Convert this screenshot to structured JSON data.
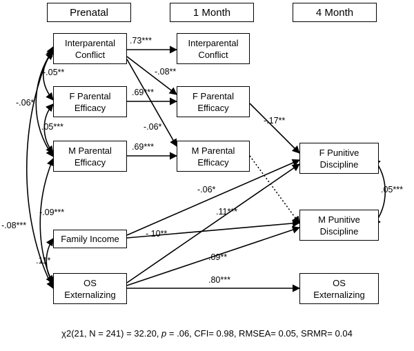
{
  "headers": {
    "prenatal": "Prenatal",
    "month1": "1 Month",
    "month4": "4 Month"
  },
  "nodes": {
    "ipc_pre": "Interparental\nConflict",
    "fpe_pre": "F Parental\nEfficacy",
    "mpe_pre": "M Parental\nEfficacy",
    "income": "Family Income",
    "os_pre": "OS\nExternalizing",
    "ipc_1m": "Interparental\nConflict",
    "fpe_1m": "F Parental\nEfficacy",
    "mpe_1m": "M Parental\nEfficacy",
    "fpd_4m": "F Punitive\nDiscipline",
    "mpd_4m": "M Punitive\nDiscipline",
    "os_4m": "OS\nExternalizing"
  },
  "coefficients": {
    "ipc_ipc": ".73***",
    "ipc_fpe1": "-.08**",
    "fpe_fpe": ".69***",
    "ipc_mpe1": "-.06*",
    "mpe_mpe": ".69***",
    "fpe1_fpd": "-.17**",
    "cov_ipc_fpe": "-.05**",
    "cov_ipc_mpe": "-.06*",
    "cov_fpe_mpe": ".05***",
    "cov_mpe_os": "-.09***",
    "cov_ipc_os": "-.08***",
    "cov_inc_os": ".11*",
    "inc_fpd": "-.06*",
    "inc_mpd": "-.10**",
    "os_fpd": ".11***",
    "os_mpd": ".09**",
    "os_os": ".80***",
    "cov_fpd_mpd": ".05***"
  },
  "fit": {
    "prefix": "χ2(21, N = 241) = 32.20, ",
    "p_label": "p",
    "suffix": " = .06, CFI= 0.98, RMSEA= 0.05, SRMR= 0.04"
  }
}
